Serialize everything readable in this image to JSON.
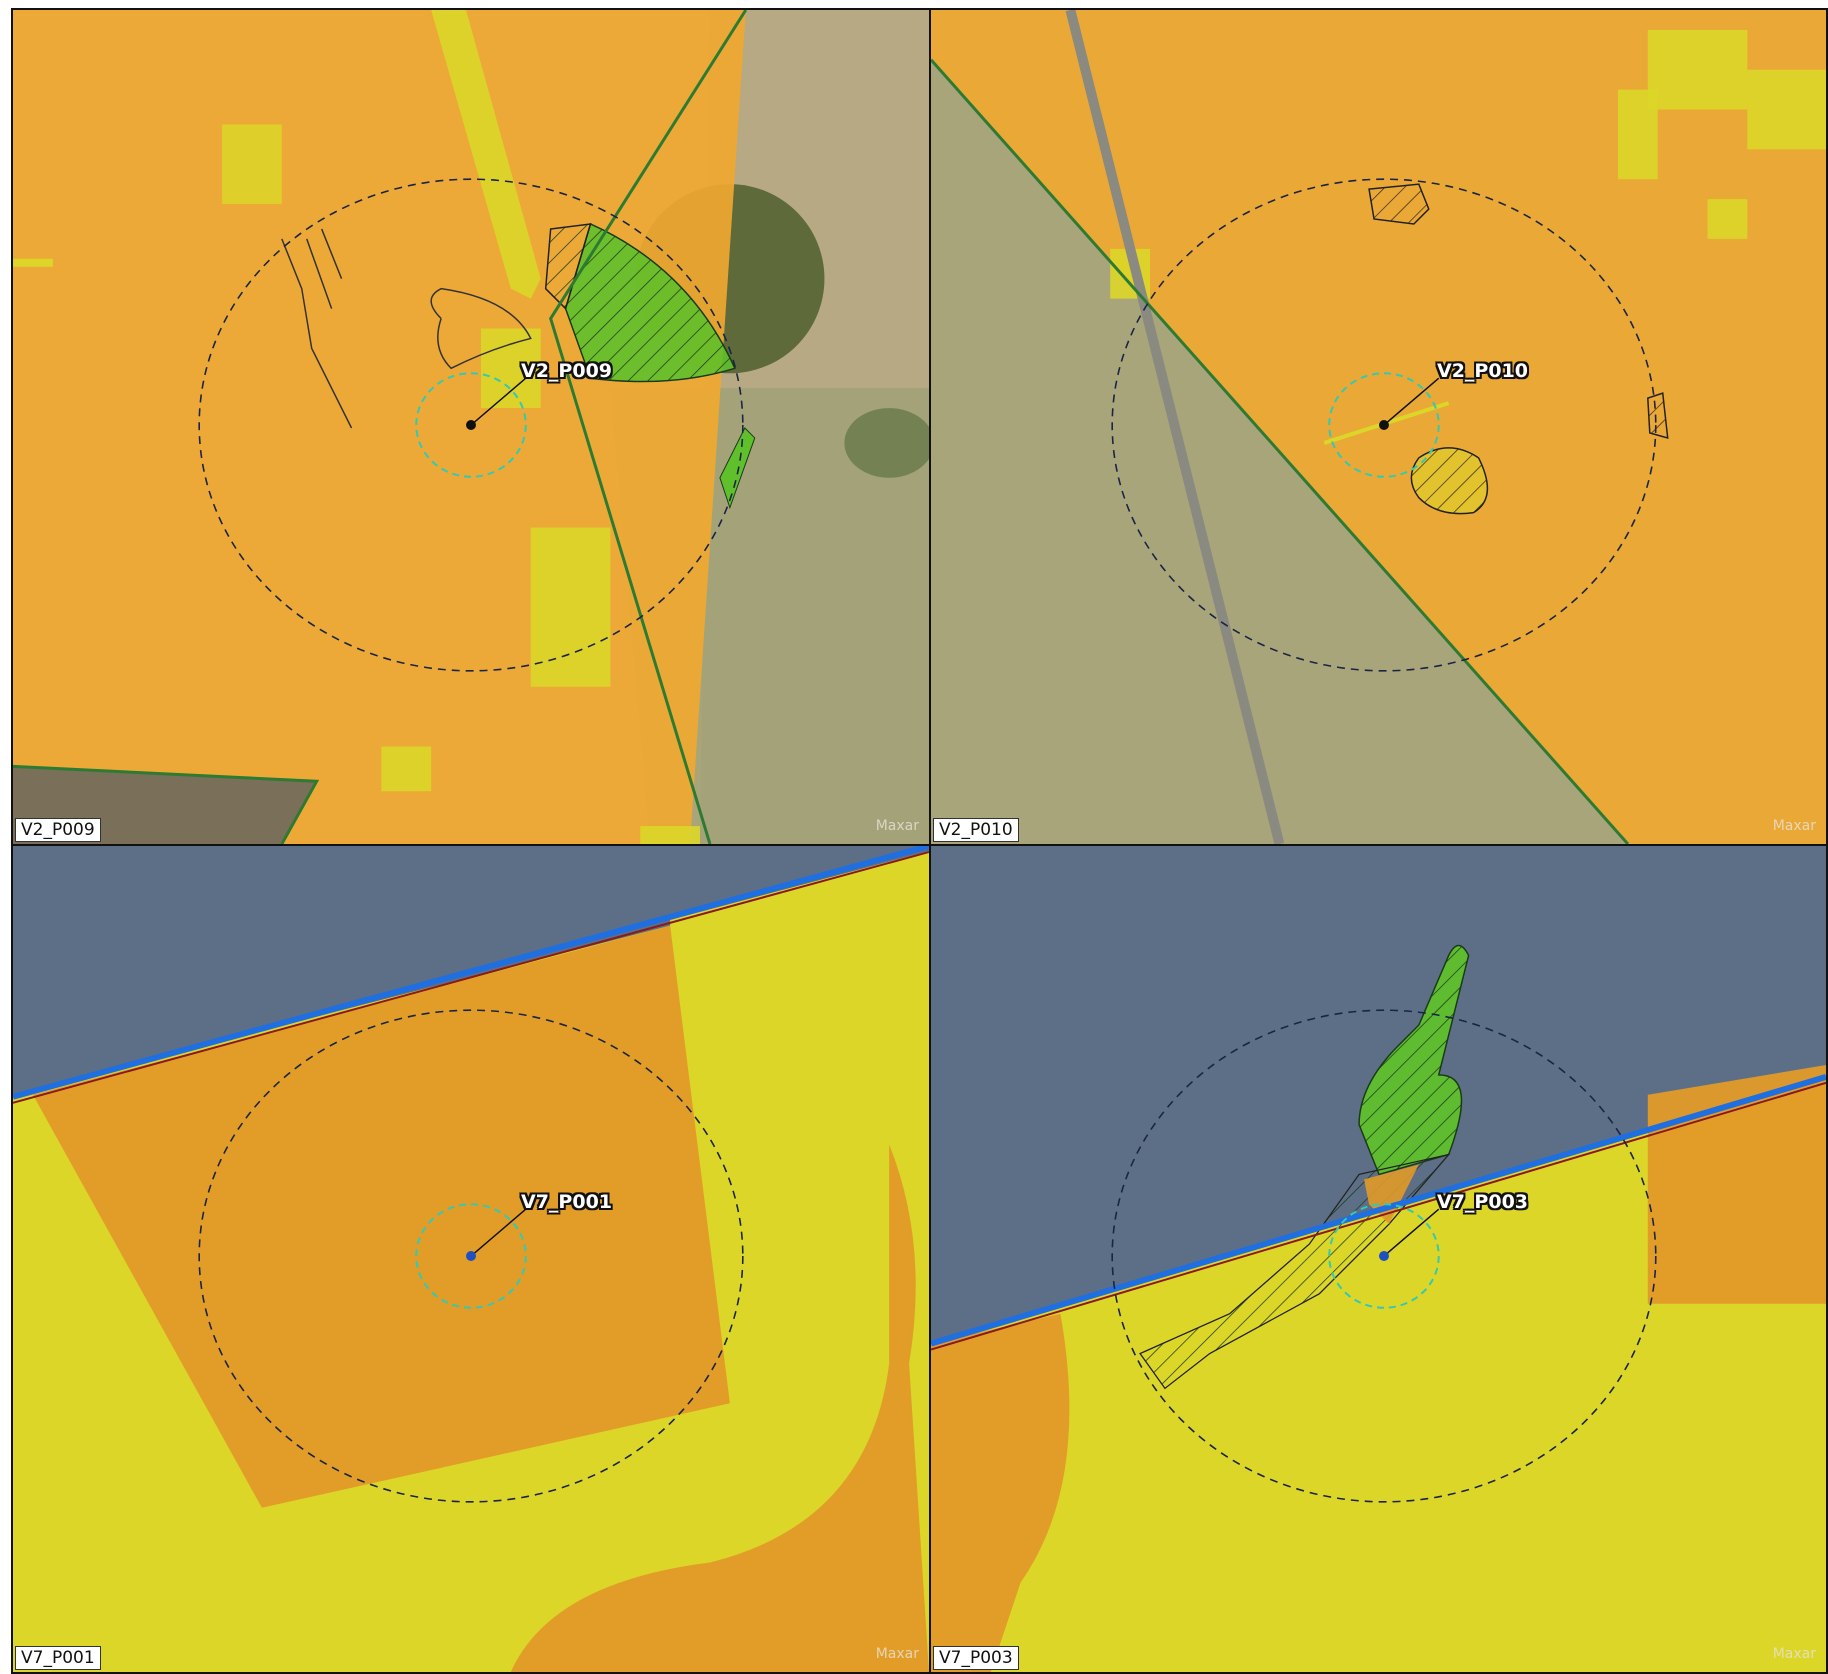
{
  "panels": [
    {
      "id": "V2_P009",
      "name_label": "V2_P009",
      "point_label": "V2_P009",
      "attribution": "Maxar"
    },
    {
      "id": "V2_P010",
      "name_label": "V2_P010",
      "point_label": "V2_P010",
      "attribution": "Maxar"
    },
    {
      "id": "V7_P001",
      "name_label": "V7_P001",
      "point_label": "V7_P001",
      "attribution": "Maxar"
    },
    {
      "id": "V7_P003",
      "name_label": "V7_P003",
      "point_label": "V7_P003",
      "attribution": "Maxar"
    }
  ],
  "colors": {
    "orange": "#f0a830",
    "dark_orange": "#e09a28",
    "yellow": "#dcd629",
    "green": "#5fc02b",
    "boundary_green": "#2d7a32",
    "powerline_blue": "#1f6fe0",
    "satellite_tan": "#b9ad8c",
    "satellite_blue": "#5d6f86",
    "buffer_dash": "#1a2444",
    "inner_buffer": "#33c9b3"
  }
}
